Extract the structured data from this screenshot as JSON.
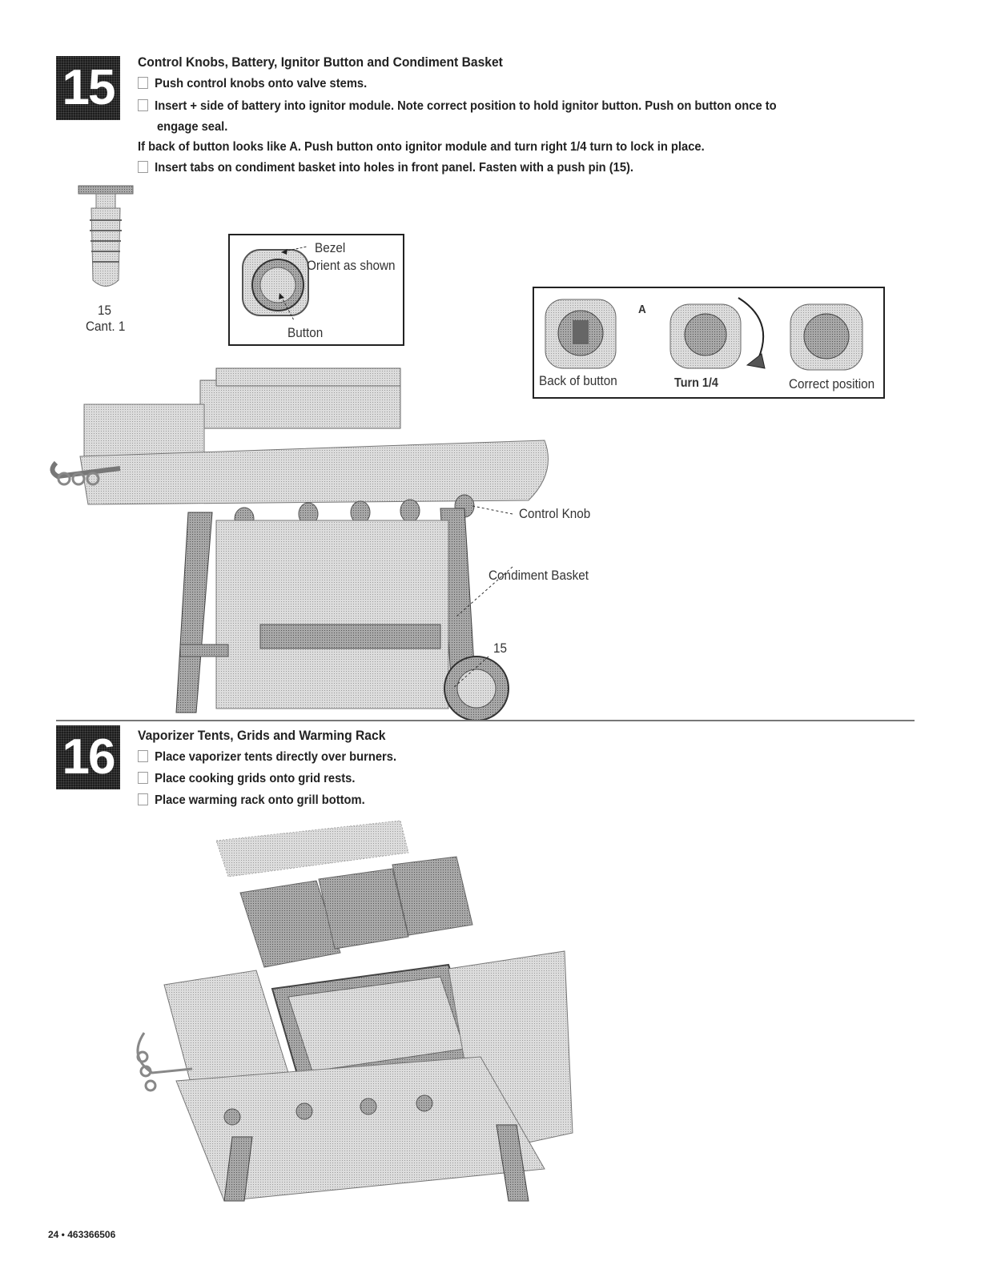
{
  "step15": {
    "number": "15",
    "title": "Control Knobs, Battery, Ignitor Button and Condiment Basket",
    "instructions": [
      "Push control knobs onto valve stems.",
      "Insert + side of battery into ignitor module. Note correct position to hold ignitor button. Push on button once to",
      "engage seal.",
      "If back of button looks like A. Push button onto ignitor module and turn right 1/4 turn to lock in place.",
      "Insert tabs on condiment basket into holes in front panel. Fasten with a push pin (15)."
    ],
    "part": {
      "number": "15",
      "quantity": "Cant. 1"
    },
    "bezel_inset": {
      "bezel": "Bezel",
      "orient": "Orient as shown",
      "button": "Button"
    },
    "button_inset": {
      "marker": "A",
      "back": "Back of button",
      "turn": "Turn 1/4",
      "correct": "Correct position"
    },
    "callouts": {
      "control_knob": "Control Knob",
      "condiment_basket": "Condiment Basket",
      "pin": "15"
    }
  },
  "step16": {
    "number": "16",
    "title": "Vaporizer Tents, Grids and Warming Rack",
    "instructions": [
      "Place vaporizer tents directly over burners.",
      "Place cooking grids onto grid rests.",
      "Place warming rack onto grill bottom."
    ]
  },
  "footer": {
    "page": "24 • 463366506"
  },
  "colors": {
    "illustration_fill": "#d9d9d9",
    "illustration_dark": "#8a8a8a",
    "badge": "#1c1c1c"
  }
}
